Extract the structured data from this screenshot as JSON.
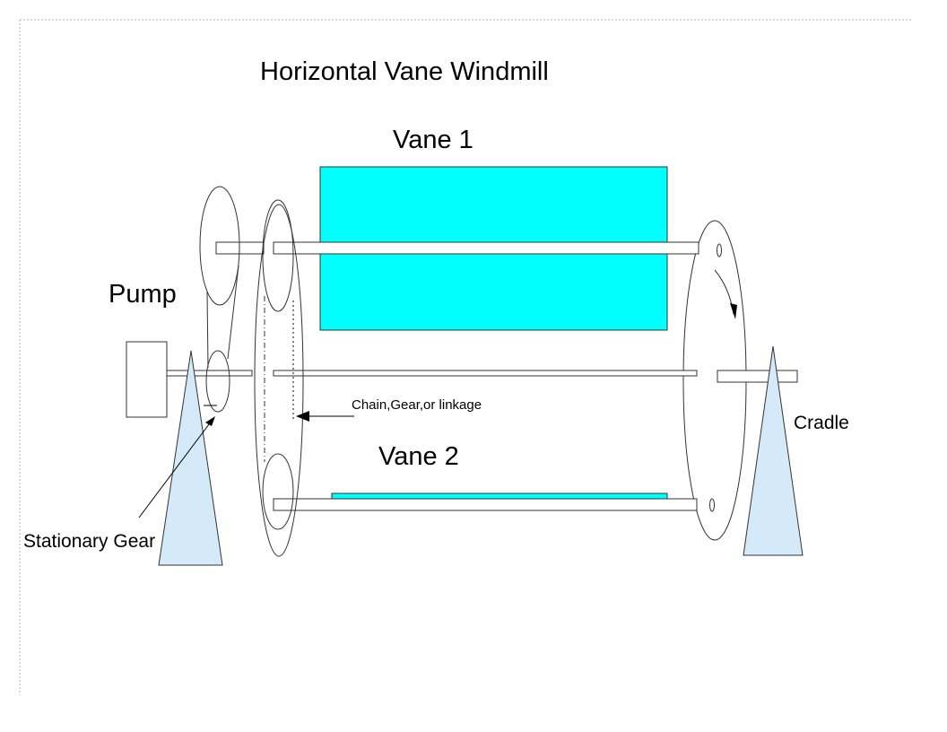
{
  "title": "Horizontal Vane Windmill",
  "labels": {
    "vane1": "Vane 1",
    "vane2": "Vane 2",
    "pump": "Pump",
    "chain": "Chain,Gear,or linkage",
    "cradle": "Cradle",
    "stationary_gear": "Stationary Gear"
  },
  "colors": {
    "vane": "#00ffff",
    "support": "#d4eaf8",
    "stroke": "#333333",
    "border": "#b3b3b3"
  }
}
